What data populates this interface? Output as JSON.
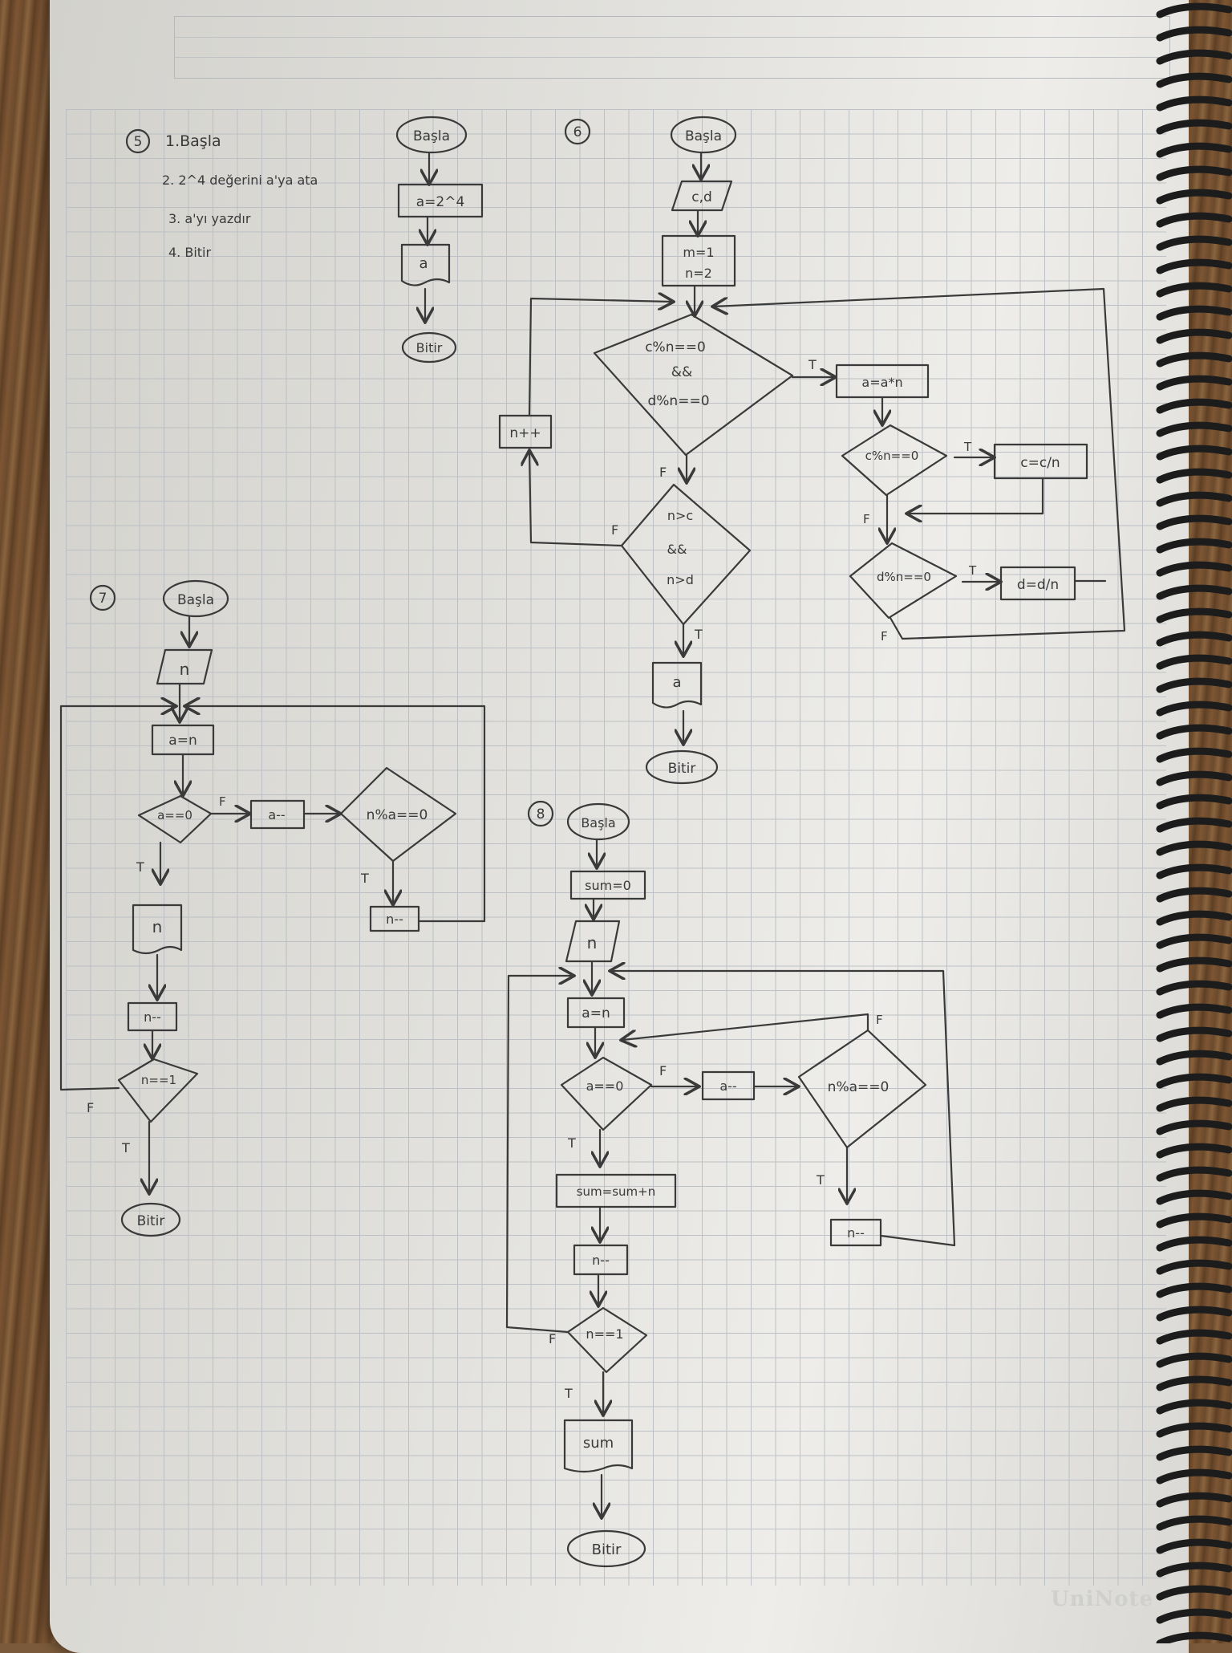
{
  "brand": "UniNote",
  "ink_color": "#3a3a3a",
  "spiral_color": "#1c1c1c",
  "section5": {
    "number": "5",
    "steps": [
      "1.Başla",
      "2. 2^4 değerini a'ya ata",
      "3. a'yı yazdır",
      "4. Bitir"
    ],
    "flow": {
      "start": "Başla",
      "assign": "a=2^4",
      "output": "a",
      "end": "Bitir"
    }
  },
  "section6": {
    "number": "6",
    "start": "Başla",
    "input": "c,d",
    "init_line1": "m=1",
    "init_line2": "n=2",
    "cond_line1": "c%n==0",
    "cond_line2": "&&",
    "cond_line3": "d%n==0",
    "label_t1": "T",
    "mult": "a=a*n",
    "cond_c": "c%n==0",
    "label_t2": "T",
    "div_c": "c=c/n",
    "label_f1": "F",
    "cond_d": "d%n==0",
    "label_t3": "T",
    "div_d": "d=d/n",
    "label_f2": "F",
    "label_f3": "F",
    "cond2_line1": "n>c",
    "cond2_line2": "&&",
    "cond2_line3": "n>d",
    "label_f4": "F",
    "incr": "n++",
    "label_t4": "T",
    "output": "a",
    "end": "Bitir"
  },
  "section7": {
    "number": "7",
    "start": "Başla",
    "input": "n",
    "assign": "a=n",
    "cond_a": "a==0",
    "label_f1": "F",
    "dec_a": "a--",
    "cond_mod": "n%a==0",
    "label_t1": "T",
    "dec_n1": "n--",
    "label_t2": "T",
    "output": "n",
    "dec_n2": "n--",
    "cond_n": "n==1",
    "label_f2": "F",
    "label_t3": "T",
    "end": "Bitir"
  },
  "section8": {
    "number": "8",
    "start": "Başla",
    "init": "sum=0",
    "input": "n",
    "assign": "a=n",
    "cond_a": "a==0",
    "label_f1": "F",
    "dec_a": "a--",
    "cond_mod": "n%a==0",
    "label_f2": "F",
    "label_t1": "T",
    "dec_n1": "n--",
    "label_t2": "T",
    "add": "sum=sum+n",
    "dec_n2": "n--",
    "cond_n": "n==1",
    "label_f3": "F",
    "label_t3": "T",
    "output": "sum",
    "end": "Bitir"
  }
}
